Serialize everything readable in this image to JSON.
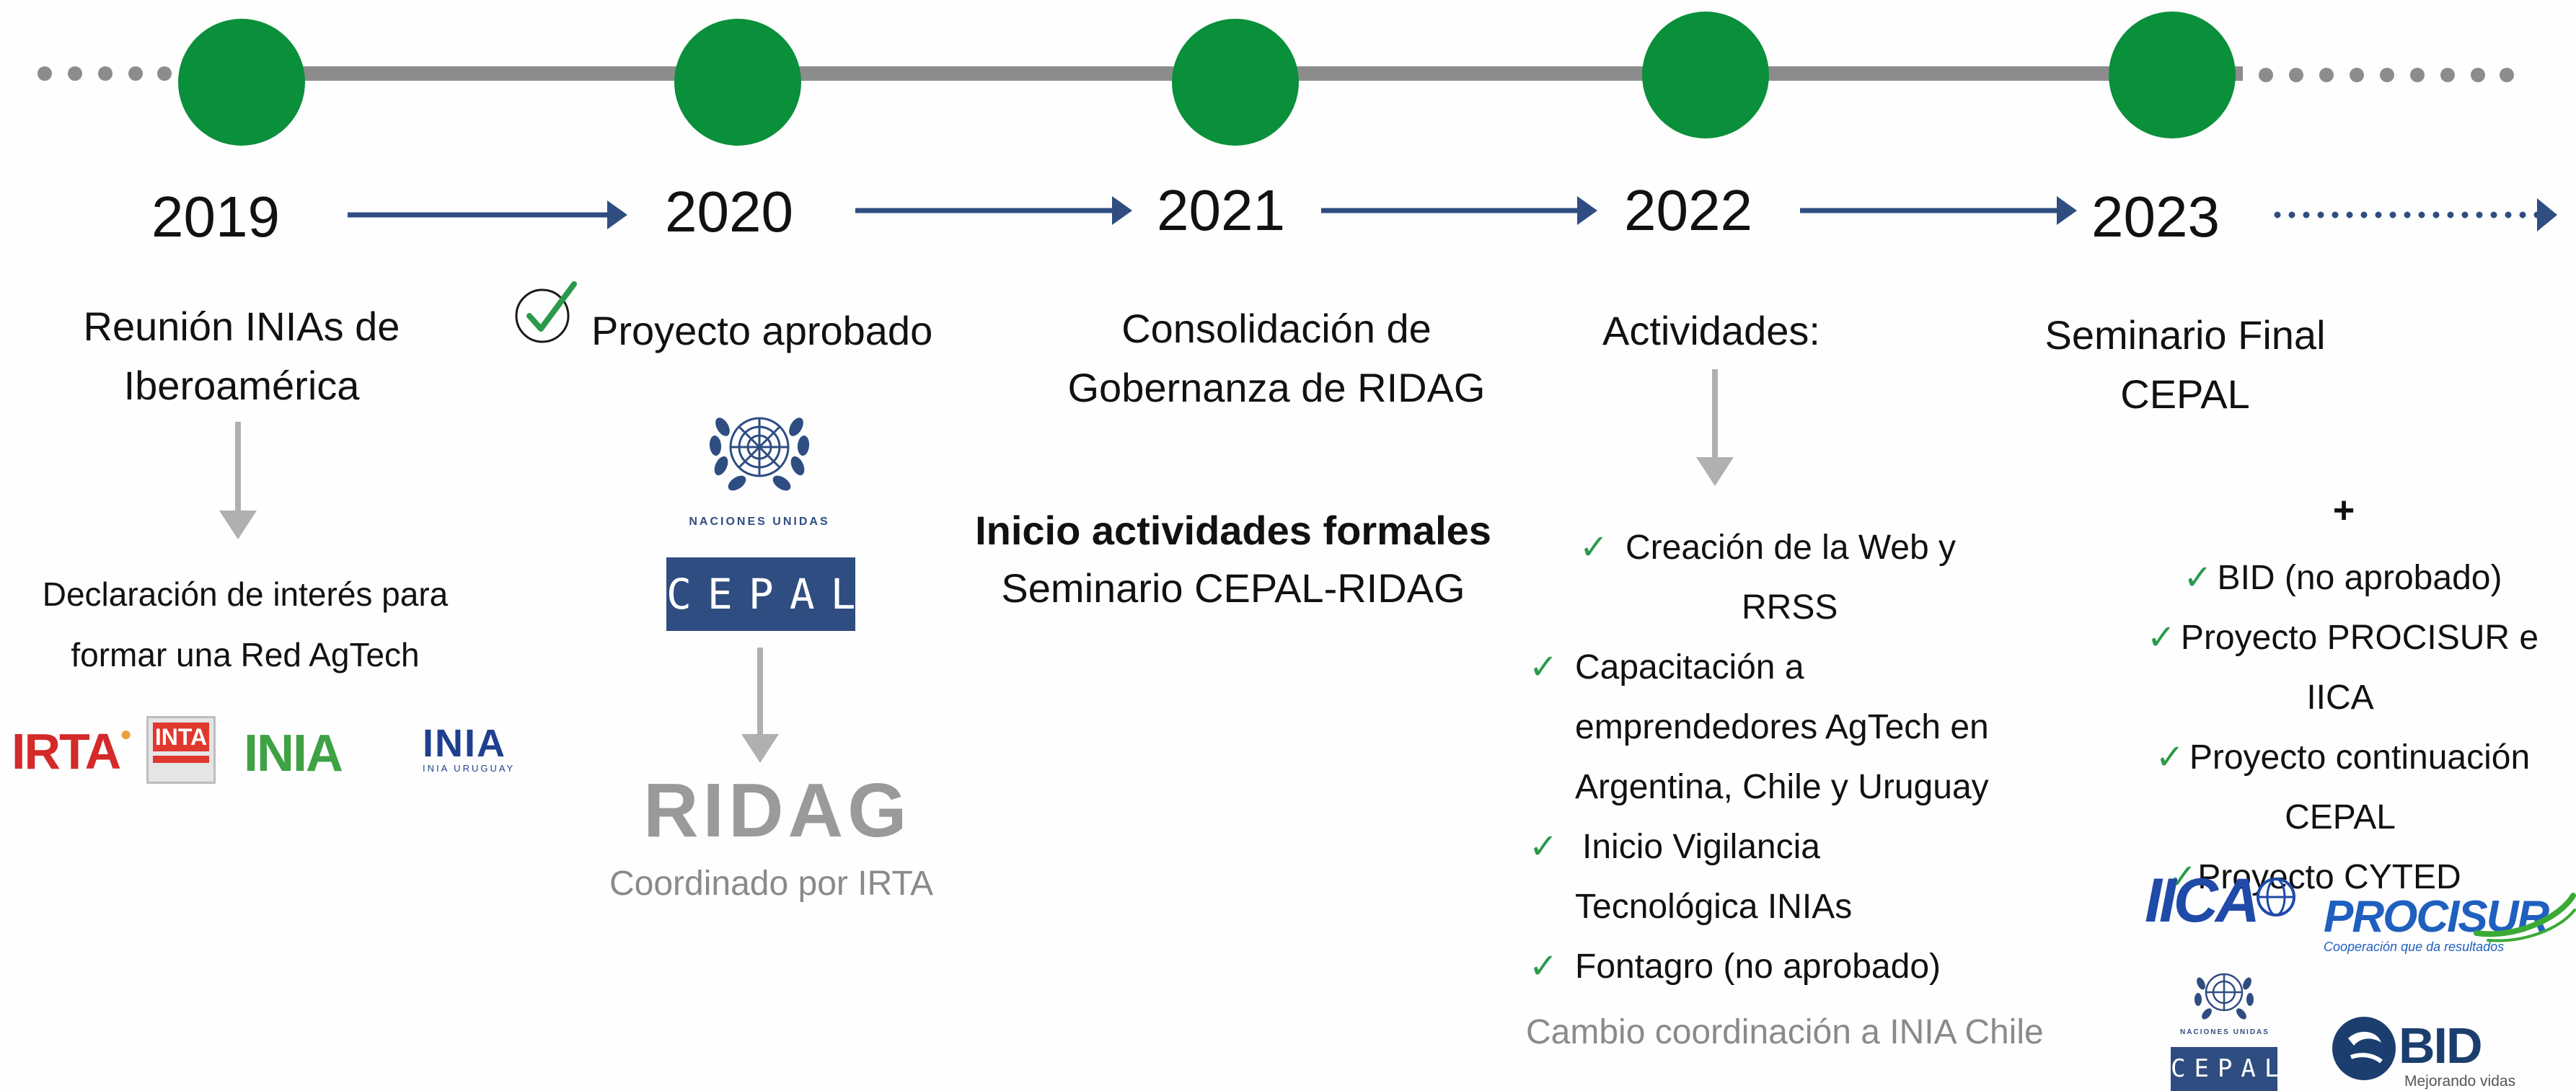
{
  "timeline": {
    "years": [
      "2019",
      "2020",
      "2021",
      "2022",
      "2023"
    ],
    "colors": {
      "node": "#0a8f3a",
      "line": "#8c8c8c",
      "arrow": "#2f4d80",
      "grey_arrow": "#b0b0b0",
      "check": "#2a9a4a"
    }
  },
  "col2019": {
    "title_line1": "Reunión INIAs de",
    "title_line2": "Iberoamérica",
    "desc_line1": "Declaración de interés para",
    "desc_line2": "formar una Red AgTech",
    "logos": [
      "IRTA",
      "INTA",
      "INIA",
      "INIA URUGUAY"
    ]
  },
  "col2020": {
    "title": "Proyecto aprobado",
    "un_label": "Naciones Unidas",
    "cepal_label": "CEPAL",
    "ridag_label": "RIDAG",
    "coordinated": "Coordinado por IRTA"
  },
  "col2021": {
    "title_line1": "Consolidación de",
    "title_line2": "Gobernanza de RIDAG",
    "bold_line": "Inicio actividades formales",
    "line2": "Seminario CEPAL-RIDAG"
  },
  "col2022": {
    "title": "Actividades:",
    "items": [
      "Creación de la Web y",
      "RRSS",
      "Capacitación a",
      "emprendedores AgTech en",
      "Argentina, Chile y Uruguay",
      "Inicio Vigilancia",
      "Tecnológica INIAs",
      "Fontagro (no aprobado)"
    ],
    "footer": "Cambio coordinación a INIA Chile"
  },
  "col2023": {
    "title_line1": "Seminario Final",
    "title_line2": "CEPAL",
    "plus": "+",
    "items": [
      "BID (no aprobado)",
      "Proyecto PROCISUR e",
      "IICA",
      "Proyecto continuación",
      "CEPAL",
      "Proyecto CYTED"
    ],
    "logos": {
      "iica": "IICA",
      "procisur": "PROCISUR",
      "procisur_tag": "Cooperación que da resultados",
      "un": "Naciones Unidas",
      "cepal": "CEPAL",
      "bid": "BID",
      "bid_tag": "Mejorando vidas"
    }
  }
}
